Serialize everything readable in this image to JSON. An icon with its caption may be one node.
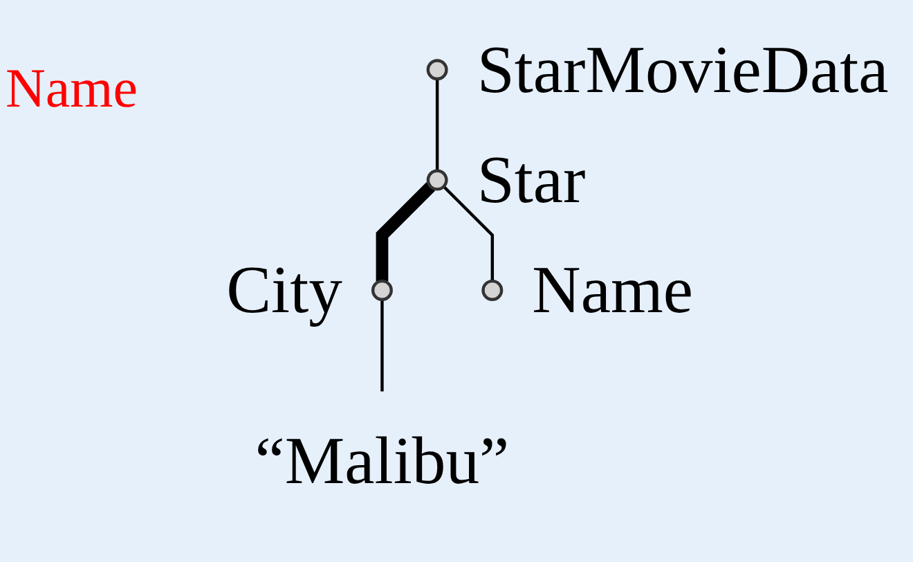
{
  "diagram": {
    "nodes": [
      {
        "text": [],
        "shape": "circle",
        "beside": [
          "StarMovieData"
        ]
      },
      {
        "text": [],
        "shape": "circle",
        "beside": [
          "Star"
        ]
      },
      {
        "text": [],
        "shape": "circle",
        "beside": [
          "City"
        ]
      },
      {
        "text": [],
        "shape": "circle",
        "beside": [
          "Name"
        ]
      },
      {
        "text": [
          "“Malibu”"
        ]
      }
    ],
    "edges": [
      {
        "from": 0,
        "to": 1,
        "arrow": "none"
      },
      {
        "from": 1,
        "to": 2,
        "arrow": "none",
        "style": "thick"
      },
      {
        "from": 1,
        "to": 3,
        "arrow": "none"
      },
      {
        "from": 2,
        "to": 4,
        "arrow": "none"
      }
    ],
    "labels": [
      "Name"
    ]
  }
}
